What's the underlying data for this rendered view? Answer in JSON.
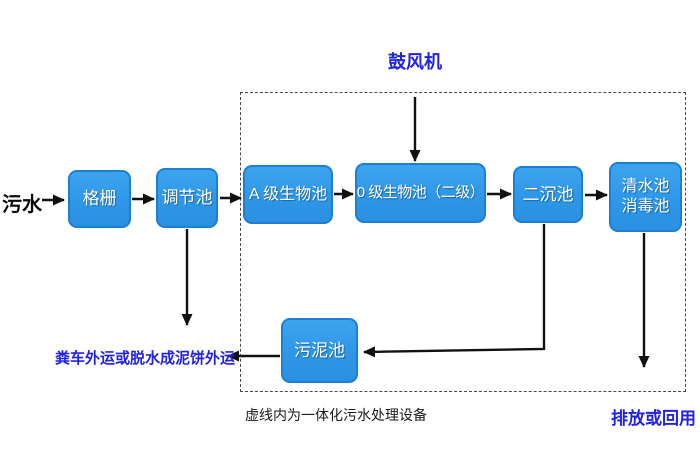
{
  "diagram": {
    "influent_label": "污水",
    "blower_label": "鼓风机",
    "nodes": [
      {
        "id": "grate",
        "label": "格栅"
      },
      {
        "id": "regulating-tank",
        "label": "调节池"
      },
      {
        "id": "a-level-bio-tank",
        "label": "A 级生物池"
      },
      {
        "id": "o-level-bio-tank",
        "label": "0 级生物池（二级）"
      },
      {
        "id": "secondary-sedimentation-tank",
        "label": "二沉池"
      },
      {
        "id": "clean-water-tank",
        "line1": "清水池",
        "line2": "消毒池"
      },
      {
        "id": "sludge-tank",
        "label": "污泥池"
      }
    ],
    "sludge_out_label": "粪车外运或脱水成泥饼外运",
    "dashed_box_note": "虚线内为一体化污水处理设备",
    "discharge_label": "排放或回用",
    "colors": {
      "box_fill": "#2F9BEB",
      "box_border": "#1D7ED2",
      "box_text": "#FFFFFF",
      "blue_label": "#2222E6",
      "arrow": "#111111",
      "dashed_border": "#4A4A4A"
    }
  }
}
